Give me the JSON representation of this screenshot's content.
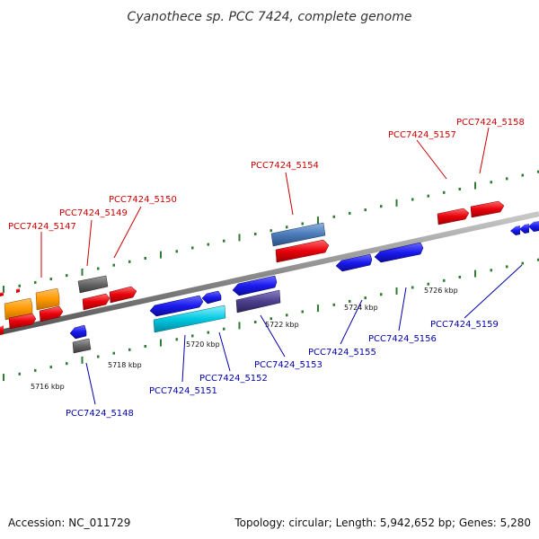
{
  "title": "Cyanothece sp. PCC 7424, complete genome",
  "footer": {
    "accession": "Accession: NC_011729",
    "summary": "Topology: circular; Length: 5,942,652 bp; Genes: 5,280"
  },
  "colors": {
    "upper_label": "#cc0000",
    "lower_label": "#0000aa",
    "backbone": "#8c8c8c",
    "tick": "#2e7d32",
    "red_gene": "#e8000b",
    "blue_gene": "#1a1aee",
    "orange_gene": "#ff9900",
    "gray_gene": "#666666",
    "cyan_gene": "#00c8e0",
    "steel_gene": "#4a7ab8",
    "slate_gene": "#4b3f8c"
  },
  "ticks": [
    "5716 kbp",
    "5718 kbp",
    "5720 kbp",
    "5722 kbp",
    "5724 kbp",
    "5726 kbp"
  ],
  "upper_labels": [
    "PCC7424_5147",
    "PCC7424_5149",
    "PCC7424_5150",
    "PCC7424_5154",
    "PCC7424_5157",
    "PCC7424_5158"
  ],
  "lower_labels": [
    "PCC7424_5148",
    "PCC7424_5151",
    "PCC7424_5152",
    "PCC7424_5153",
    "PCC7424_5155",
    "PCC7424_5156",
    "PCC7424_5159"
  ]
}
